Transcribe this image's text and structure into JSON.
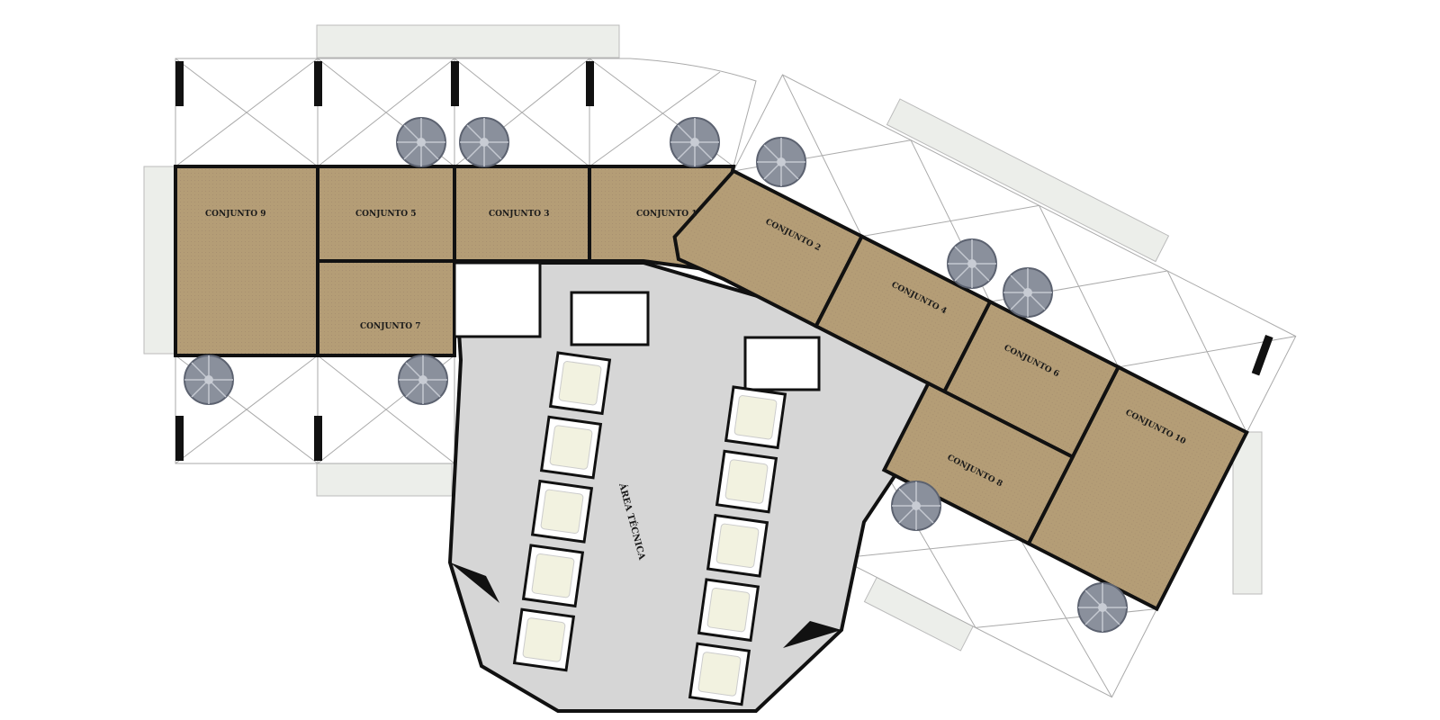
{
  "plan": {
    "units": [
      {
        "id": "conjunto-9",
        "label": "CONJUNTO 9"
      },
      {
        "id": "conjunto-5",
        "label": "CONJUNTO 5"
      },
      {
        "id": "conjunto-3",
        "label": "CONJUNTO 3"
      },
      {
        "id": "conjunto-1",
        "label": "CONJUNTO 1"
      },
      {
        "id": "conjunto-7",
        "label": "CONJUNTO 7"
      },
      {
        "id": "conjunto-2",
        "label": "CONJUNTO 2"
      },
      {
        "id": "conjunto-4",
        "label": "CONJUNTO 4"
      },
      {
        "id": "conjunto-6",
        "label": "CONJUNTO 6"
      },
      {
        "id": "conjunto-10",
        "label": "CONJUNTO 10"
      },
      {
        "id": "conjunto-8",
        "label": "CONJUNTO 8"
      }
    ],
    "core_label": "ÁREA TÉCNICA"
  },
  "colors": {
    "unit": "#b59f78",
    "core": "#d6d6d6",
    "wall": "#111111",
    "terrace": "#ffffff",
    "stair": "#7d8494"
  }
}
